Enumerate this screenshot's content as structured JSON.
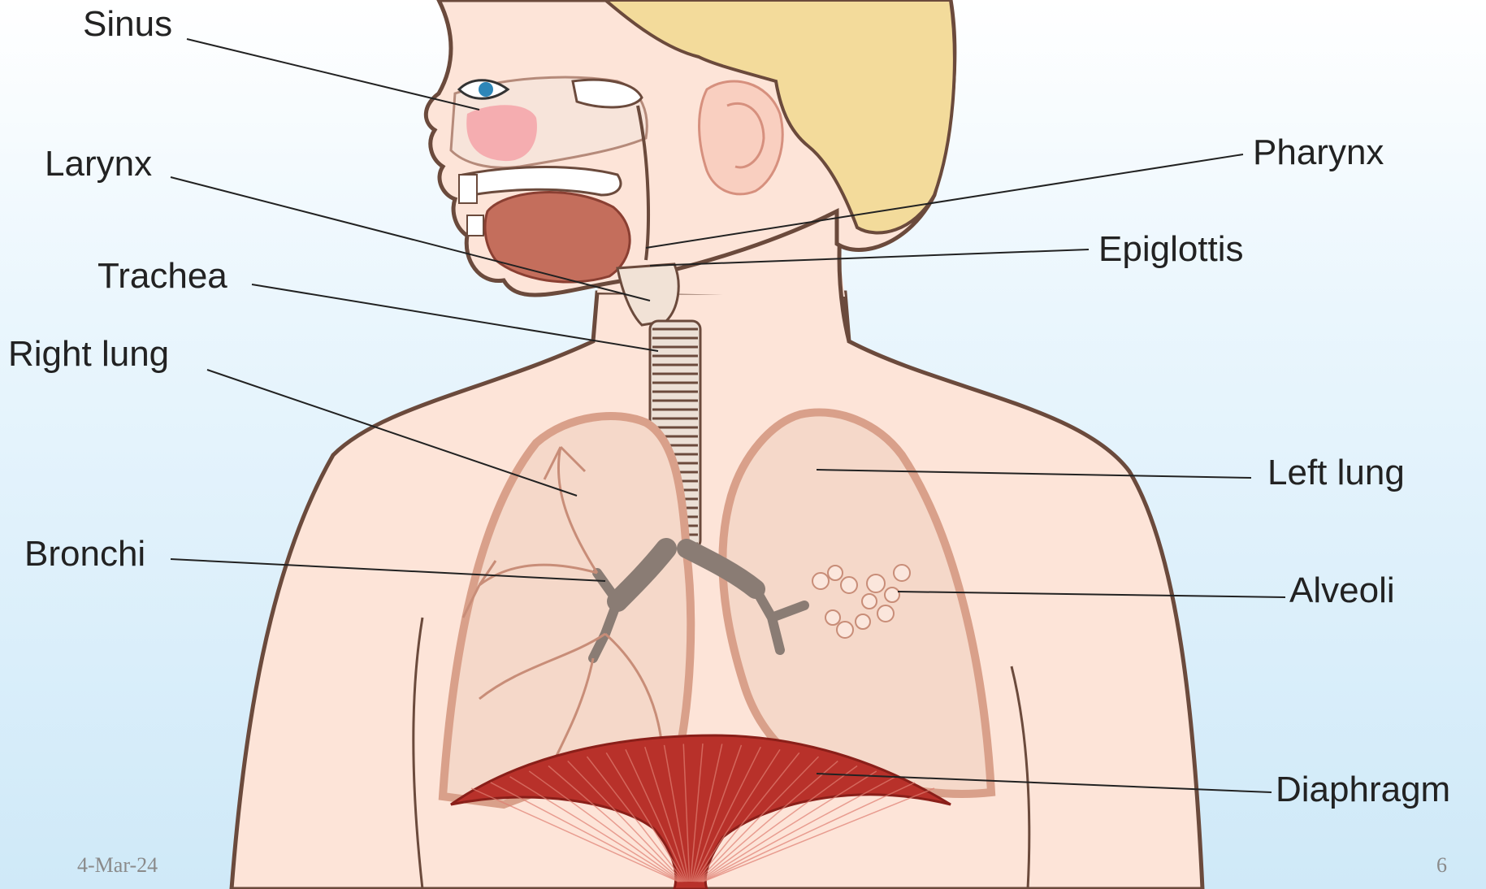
{
  "labels": {
    "sinus": "Sinus",
    "larynx": "Larynx",
    "trachea": "Trachea",
    "right_lung": "Right lung",
    "bronchi": "Bronchi",
    "pharynx": "Pharynx",
    "epiglottis": "Epiglottis",
    "left_lung": "Left lung",
    "alveoli": "Alveoli",
    "diaphragm": "Diaphragm"
  },
  "footer": {
    "date": "4-Mar-24",
    "page_number": "6"
  },
  "colors": {
    "background": "#d6ecf8",
    "skin": "#fde4d8",
    "outline": "#6b4a3c",
    "hair": "#f3db9b",
    "lung_fill": "#f5d8c9",
    "lung_border": "#d9a08a",
    "diaphragm": "#b8312a",
    "sinus": "#f4a3a8",
    "tongue": "#c46e5c",
    "leader_line": "#222222"
  }
}
